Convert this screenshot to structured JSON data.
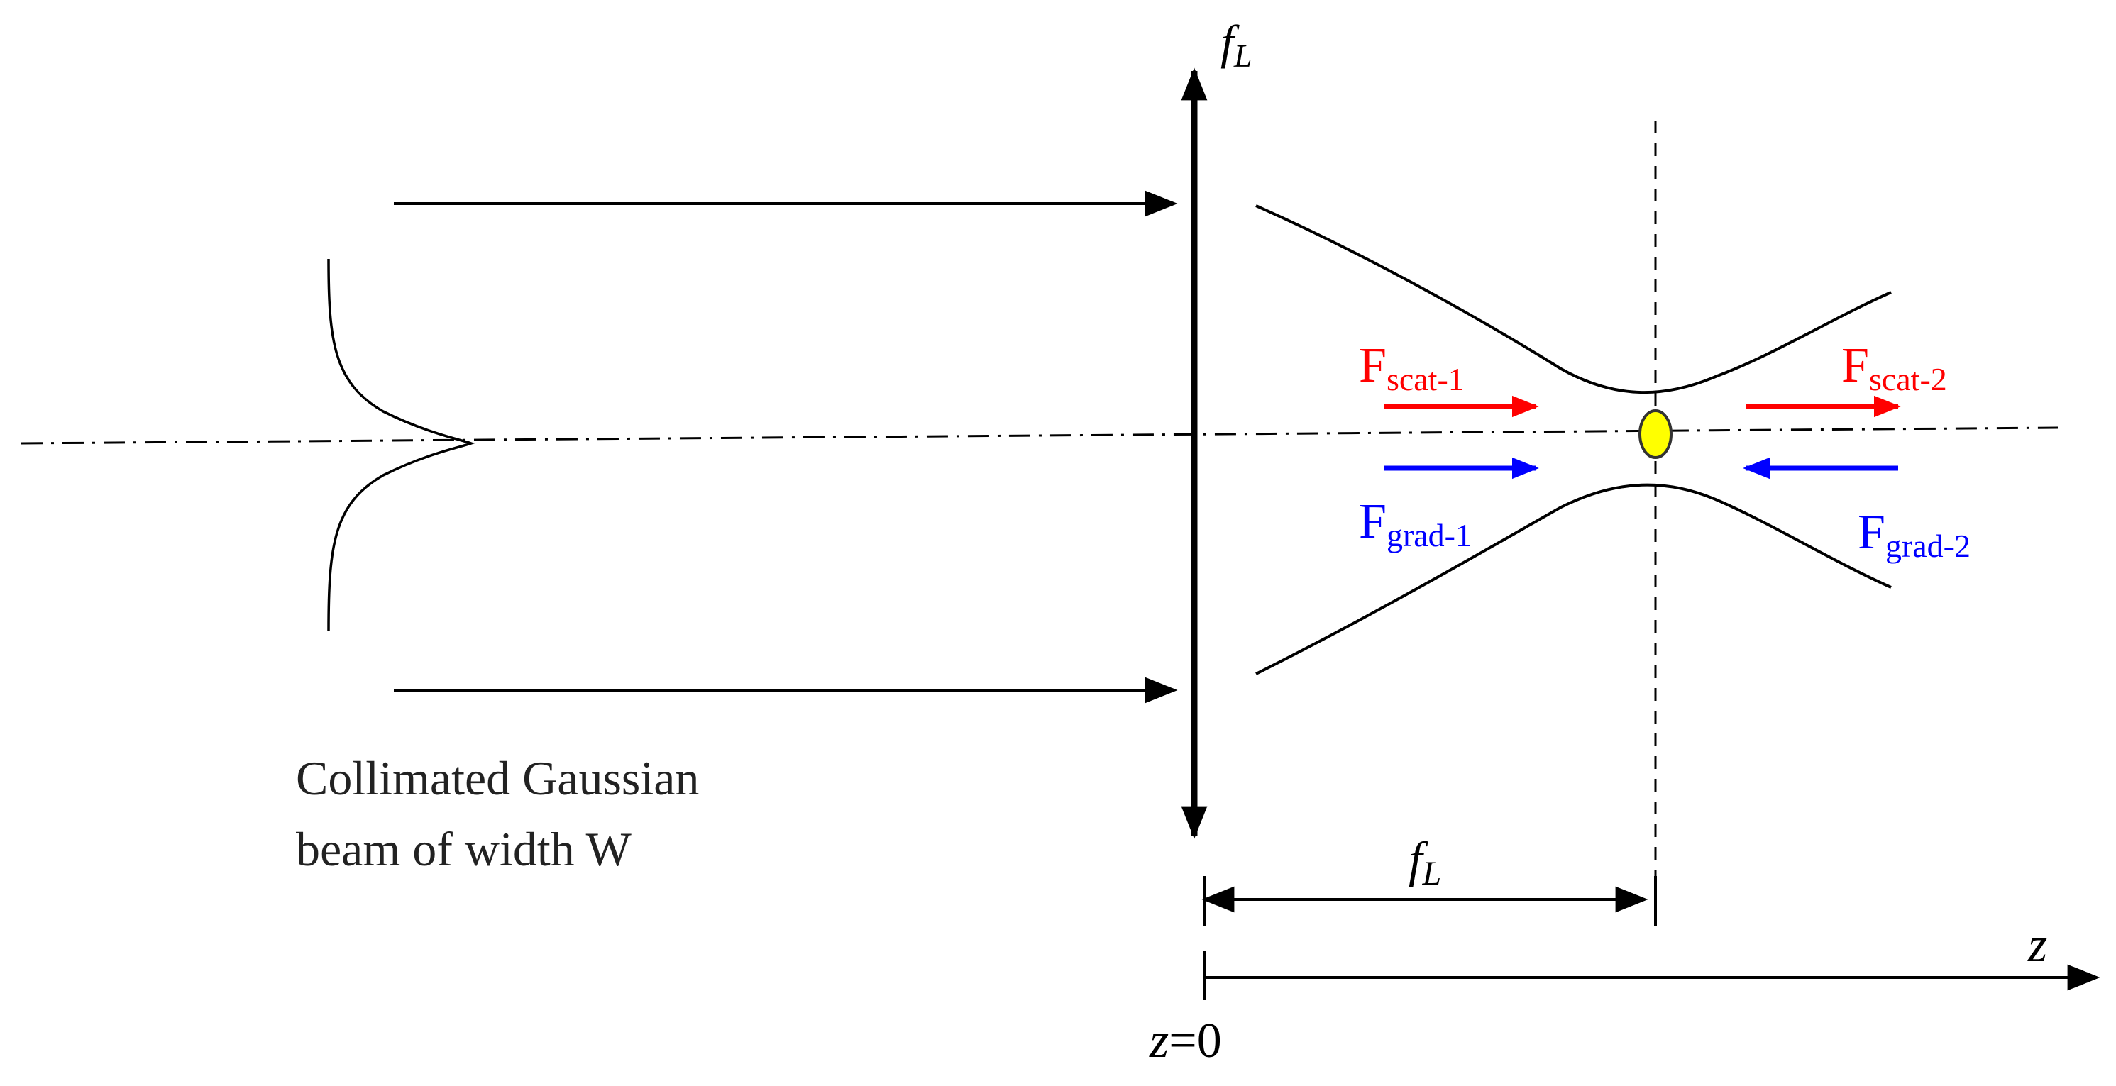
{
  "labels": {
    "lens_focal_top": {
      "main": "f",
      "sub": "L"
    },
    "lens_focal_dim": {
      "main": "f",
      "sub": "L"
    },
    "f_scat_1": {
      "main": "F",
      "sub": "scat-1"
    },
    "f_scat_2": {
      "main": "F",
      "sub": "scat-2"
    },
    "f_grad_1": {
      "main": "F",
      "sub": "grad-1"
    },
    "f_grad_2": {
      "main": "F",
      "sub": "grad-2"
    },
    "beam_caption_line1": "Collimated Gaussian",
    "beam_caption_line2": "beam of width W",
    "z_axis": "z",
    "z_origin": {
      "var": "z",
      "rest": "=0"
    }
  },
  "colors": {
    "ink": "#000000",
    "scattering_force": "#ff0000",
    "gradient_force": "#0000ff",
    "particle_fill": "#ffff00",
    "particle_stroke": "#333333"
  }
}
